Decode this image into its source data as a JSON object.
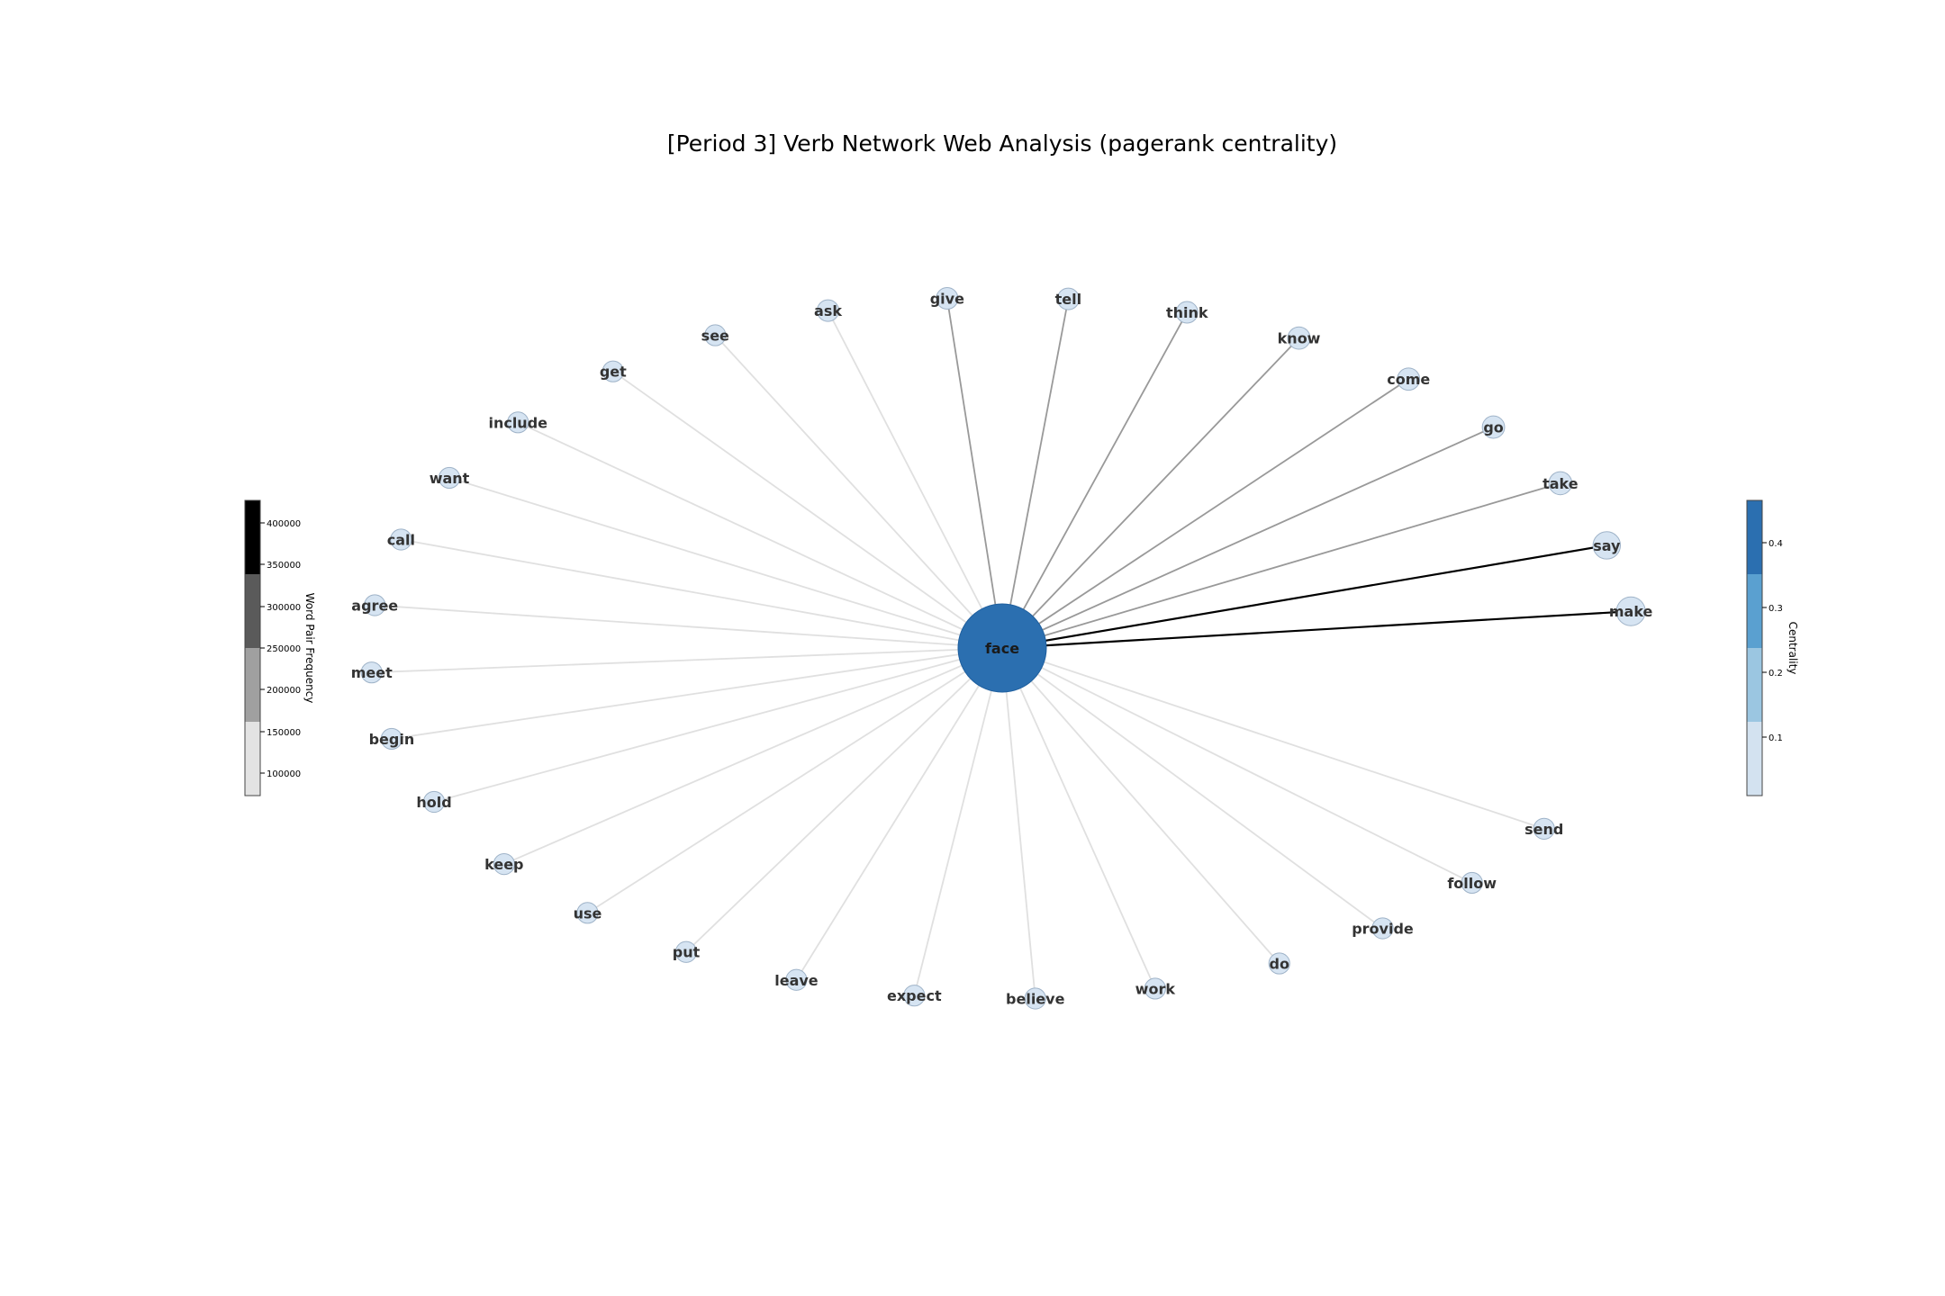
{
  "title": "[Period 3] Verb Network Web Analysis (pagerank centrality)",
  "network": {
    "center": {
      "label": "face",
      "color": "#2b6fb0"
    },
    "nodes": [
      {
        "label": "make",
        "angle": 6,
        "edge_color": "#000000",
        "node_scale": 1.0
      },
      {
        "label": "say",
        "angle": 17,
        "edge_color": "#000000",
        "node_scale": 0.9
      },
      {
        "label": "take",
        "angle": 28,
        "edge_color": "#999999",
        "node_scale": 0.6
      },
      {
        "label": "go",
        "angle": 39,
        "edge_color": "#999999",
        "node_scale": 0.55
      },
      {
        "label": "come",
        "angle": 50,
        "edge_color": "#999999",
        "node_scale": 0.55
      },
      {
        "label": "know",
        "angle": 62,
        "edge_color": "#999999",
        "node_scale": 0.55
      },
      {
        "label": "think",
        "angle": 73,
        "edge_color": "#999999",
        "node_scale": 0.5
      },
      {
        "label": "tell",
        "angle": 84,
        "edge_color": "#999999",
        "node_scale": 0.5
      },
      {
        "label": "give",
        "angle": 95,
        "edge_color": "#999999",
        "node_scale": 0.5
      },
      {
        "label": "ask",
        "angle": 106,
        "edge_color": "#e0e0e0",
        "node_scale": 0.5
      },
      {
        "label": "see",
        "angle": 117,
        "edge_color": "#e0e0e0",
        "node_scale": 0.45
      },
      {
        "label": "get",
        "angle": 128,
        "edge_color": "#e0e0e0",
        "node_scale": 0.45
      },
      {
        "label": "include",
        "angle": 140,
        "edge_color": "#e0e0e0",
        "node_scale": 0.45
      },
      {
        "label": "want",
        "angle": 151,
        "edge_color": "#e0e0e0",
        "node_scale": 0.45
      },
      {
        "label": "call",
        "angle": 162,
        "edge_color": "#e0e0e0",
        "node_scale": 0.45
      },
      {
        "label": "agree",
        "angle": 173,
        "edge_color": "#e0e0e0",
        "node_scale": 0.45
      },
      {
        "label": "meet",
        "angle": 184,
        "edge_color": "#e0e0e0",
        "node_scale": 0.45
      },
      {
        "label": "begin",
        "angle": 195,
        "edge_color": "#e0e0e0",
        "node_scale": 0.45
      },
      {
        "label": "hold",
        "angle": 206,
        "edge_color": "#e0e0e0",
        "node_scale": 0.45
      },
      {
        "label": "keep",
        "angle": 218,
        "edge_color": "#e0e0e0",
        "node_scale": 0.45
      },
      {
        "label": "use",
        "angle": 229,
        "edge_color": "#e0e0e0",
        "node_scale": 0.45
      },
      {
        "label": "put",
        "angle": 240,
        "edge_color": "#e0e0e0",
        "node_scale": 0.45
      },
      {
        "label": "leave",
        "angle": 251,
        "edge_color": "#e0e0e0",
        "node_scale": 0.45
      },
      {
        "label": "expect",
        "angle": 262,
        "edge_color": "#e0e0e0",
        "node_scale": 0.45
      },
      {
        "label": "believe",
        "angle": 273,
        "edge_color": "#e0e0e0",
        "node_scale": 0.45
      },
      {
        "label": "work",
        "angle": 284,
        "edge_color": "#e0e0e0",
        "node_scale": 0.45
      },
      {
        "label": "do",
        "angle": 296,
        "edge_color": "#e0e0e0",
        "node_scale": 0.45
      },
      {
        "label": "provide",
        "angle": 307,
        "edge_color": "#e0e0e0",
        "node_scale": 0.45
      },
      {
        "label": "follow",
        "angle": 318,
        "edge_color": "#e0e0e0",
        "node_scale": 0.45
      },
      {
        "label": "send",
        "angle": 329,
        "edge_color": "#e0e0e0",
        "node_scale": 0.45
      }
    ]
  },
  "colorbar_frequency": {
    "label": "Word Pair Frequency",
    "colors": [
      "#e3e3e3",
      "#a0a0a0",
      "#5a5a5a",
      "#000000"
    ],
    "ticks": [
      "100000",
      "150000",
      "200000",
      "250000",
      "300000",
      "350000",
      "400000"
    ]
  },
  "colorbar_centrality": {
    "label": "Centrality",
    "colors": [
      "#d3e2f0",
      "#9bc6e1",
      "#5aa0d0",
      "#2b6fb0"
    ],
    "ticks": [
      "0.1",
      "0.2",
      "0.3",
      "0.4"
    ]
  }
}
